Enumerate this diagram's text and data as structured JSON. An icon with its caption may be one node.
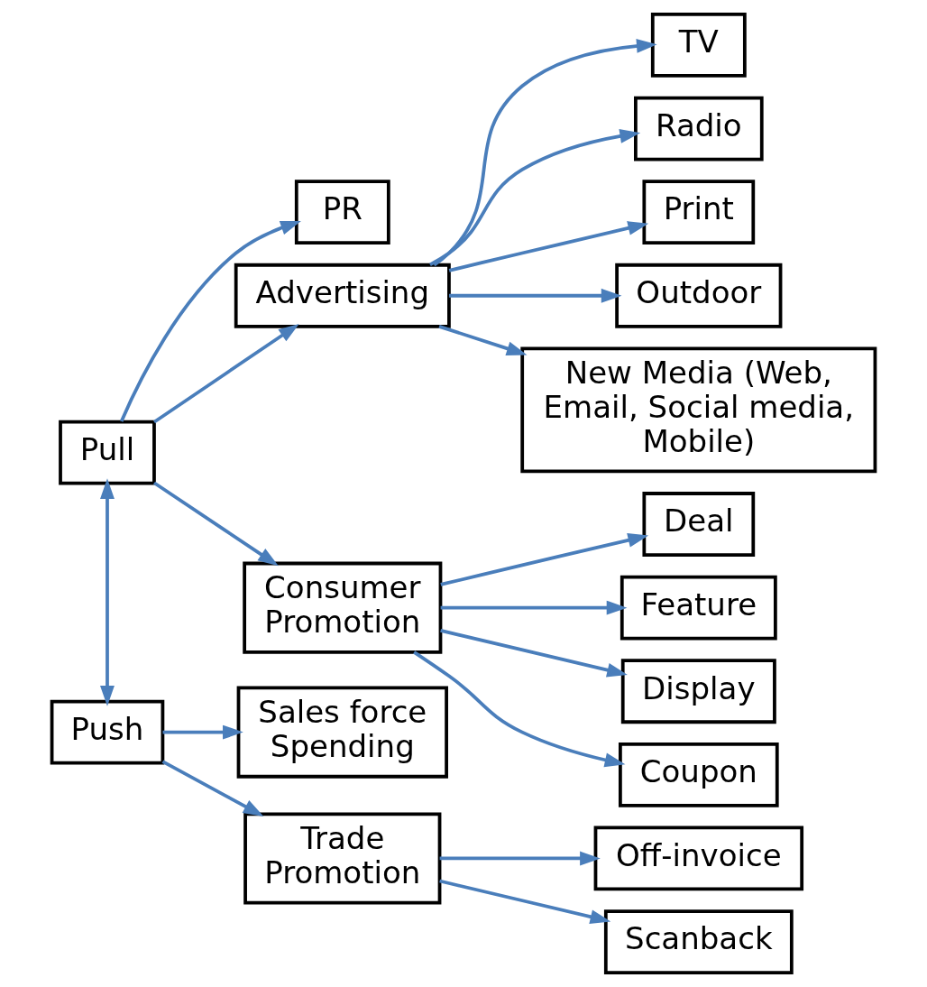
{
  "diagram": {
    "nodes": [
      {
        "text": [
          "Pull"
        ]
      },
      {
        "text": [
          "PR"
        ]
      },
      {
        "text": [
          "Advertising"
        ]
      },
      {
        "text": [
          "TV"
        ]
      },
      {
        "text": [
          "Radio"
        ]
      },
      {
        "text": [
          "Print"
        ]
      },
      {
        "text": [
          "Outdoor"
        ]
      },
      {
        "text": [
          "New Media (Web, Email, Social media, Mobile)"
        ]
      },
      {
        "text": [
          "Consumer Promotion"
        ]
      },
      {
        "text": [
          "Deal"
        ]
      },
      {
        "text": [
          "Feature"
        ]
      },
      {
        "text": [
          "Display"
        ]
      },
      {
        "text": [
          "Coupon"
        ]
      },
      {
        "text": [
          "Push"
        ]
      },
      {
        "text": [
          "Sales force Spending"
        ]
      },
      {
        "text": [
          "Trade Promotion"
        ]
      },
      {
        "text": [
          "Off-invoice"
        ]
      },
      {
        "text": [
          "Scanback"
        ]
      }
    ],
    "edges": [
      {
        "from": 0,
        "to": 1,
        "arrow": "to"
      },
      {
        "from": 0,
        "to": 2,
        "arrow": "to"
      },
      {
        "from": 2,
        "to": 3,
        "arrow": "to"
      },
      {
        "from": 2,
        "to": 4,
        "arrow": "to"
      },
      {
        "from": 2,
        "to": 5,
        "arrow": "to"
      },
      {
        "from": 2,
        "to": 6,
        "arrow": "to"
      },
      {
        "from": 2,
        "to": 7,
        "arrow": "to"
      },
      {
        "from": 0,
        "to": 8,
        "arrow": "to"
      },
      {
        "from": 8,
        "to": 9,
        "arrow": "to"
      },
      {
        "from": 8,
        "to": 10,
        "arrow": "to"
      },
      {
        "from": 8,
        "to": 11,
        "arrow": "to"
      },
      {
        "from": 8,
        "to": 12,
        "arrow": "to"
      },
      {
        "from": 0,
        "to": 13,
        "arrow": "both"
      },
      {
        "from": 13,
        "to": 14,
        "arrow": "to"
      },
      {
        "from": 13,
        "to": 15,
        "arrow": "to"
      },
      {
        "from": 15,
        "to": 16,
        "arrow": "to"
      },
      {
        "from": 15,
        "to": 17,
        "arrow": "to"
      }
    ]
  }
}
